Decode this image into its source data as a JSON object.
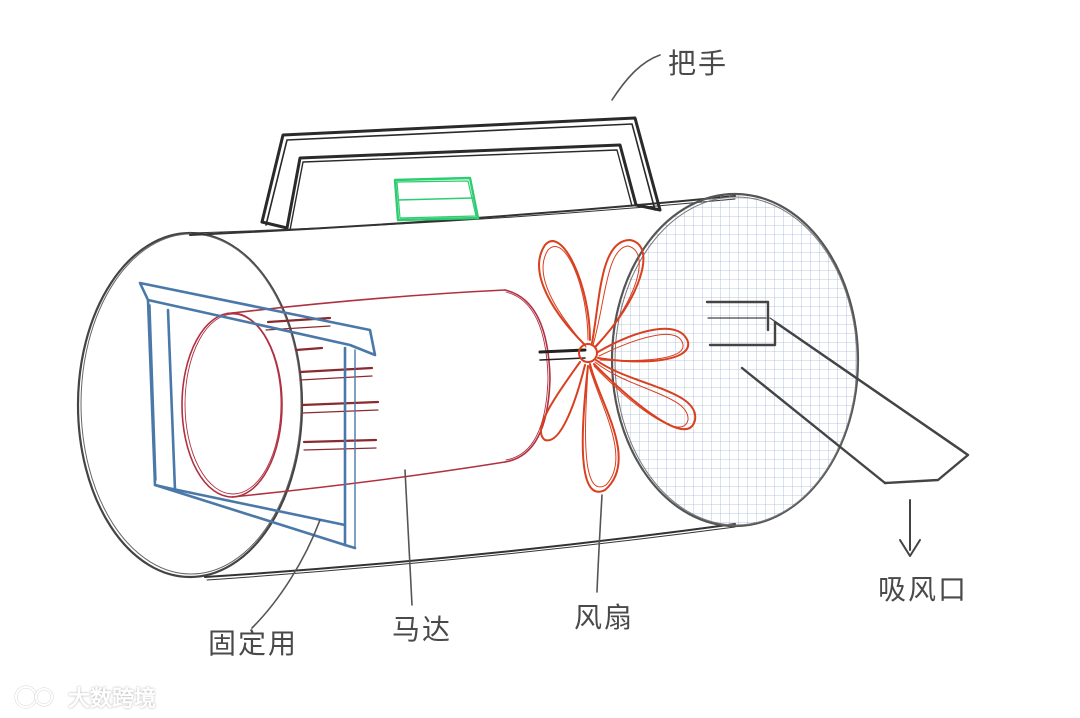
{
  "labels": {
    "handle": "把手",
    "suction_port": "吸风口",
    "fixing": "固定用",
    "motor": "马达",
    "fan": "风扇"
  },
  "watermark": {
    "text": "大数跨境"
  },
  "colors": {
    "outline": "#333333",
    "bracket": "#4a78a8",
    "motor": "#b03040",
    "fan": "#d84020",
    "mesh": "#9bb4d8",
    "handle_button": "#2ecc71"
  }
}
